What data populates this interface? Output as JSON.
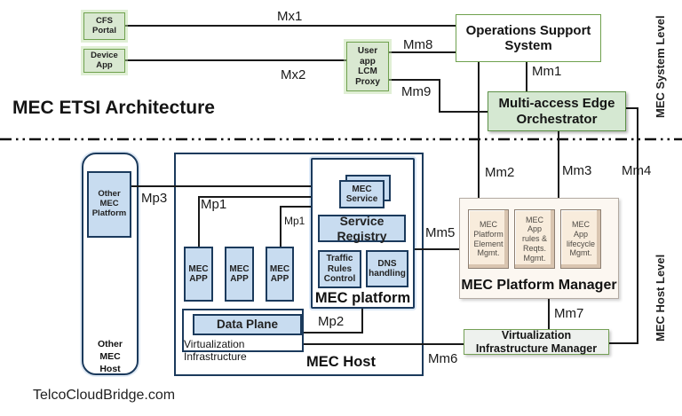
{
  "title": "MEC ETSI Architecture",
  "footer": "TelcoCloudBridge.com",
  "levels": {
    "system": "MEC System Level",
    "host": "MEC Host  Level"
  },
  "nodes": {
    "cfs_portal": "CFS\nPortal",
    "device_app": "Device\nApp",
    "lcm_proxy": "User\napp\nLCM\nProxy",
    "oss": "Operations Support\nSystem",
    "orchestrator": "Multi-access Edge\nOrchestrator",
    "other_platform": "Other MEC\nPlatform",
    "other_host": "Other\nMEC\nHost",
    "mec_host": "MEC Host",
    "mec_platform": "MEC platform",
    "mec_service": "MEC\nService",
    "service_registry": "Service Registry",
    "traffic_rules": "Traffic\nRules\nControl",
    "dns_handling": "DNS\nhandling",
    "mec_app": "MEC\nAPP",
    "data_plane": "Data Plane",
    "virt_infra": "Virtualization Infrastructure",
    "mpm": "MEC Platform Manager",
    "pm_element": "MEC\nPlatform\nElement\nMgmt.",
    "pm_rules": "MEC\nApp\nrules &\nReqts.\nMgmt.",
    "pm_lifecycle": "MEC\nApp\nlifecycle\nMgmt.",
    "vim": "Virtualization\nInfrastructure Manager"
  },
  "connectors": {
    "mx1": "Mx1",
    "mx2": "Mx2",
    "mm1": "Mm1",
    "mm2": "Mm2",
    "mm3": "Mm3",
    "mm4": "Mm4",
    "mm5": "Mm5",
    "mm6": "Mm6",
    "mm7": "Mm7",
    "mm8": "Mm8",
    "mm9": "Mm9",
    "mp1": "Mp1",
    "mp2": "Mp2",
    "mp3": "Mp3"
  },
  "colors": {
    "green_fill": "#d9e8d1",
    "green_border": "#6fa14e",
    "blue_fill": "#c8dcf0",
    "navy_border": "#1b3a5c",
    "mpm_fill": "#fcf7f1",
    "mpm_item_fill": "#f8ecdc",
    "vim_fill": "#eef1ee",
    "line": "#1a1a1a"
  }
}
